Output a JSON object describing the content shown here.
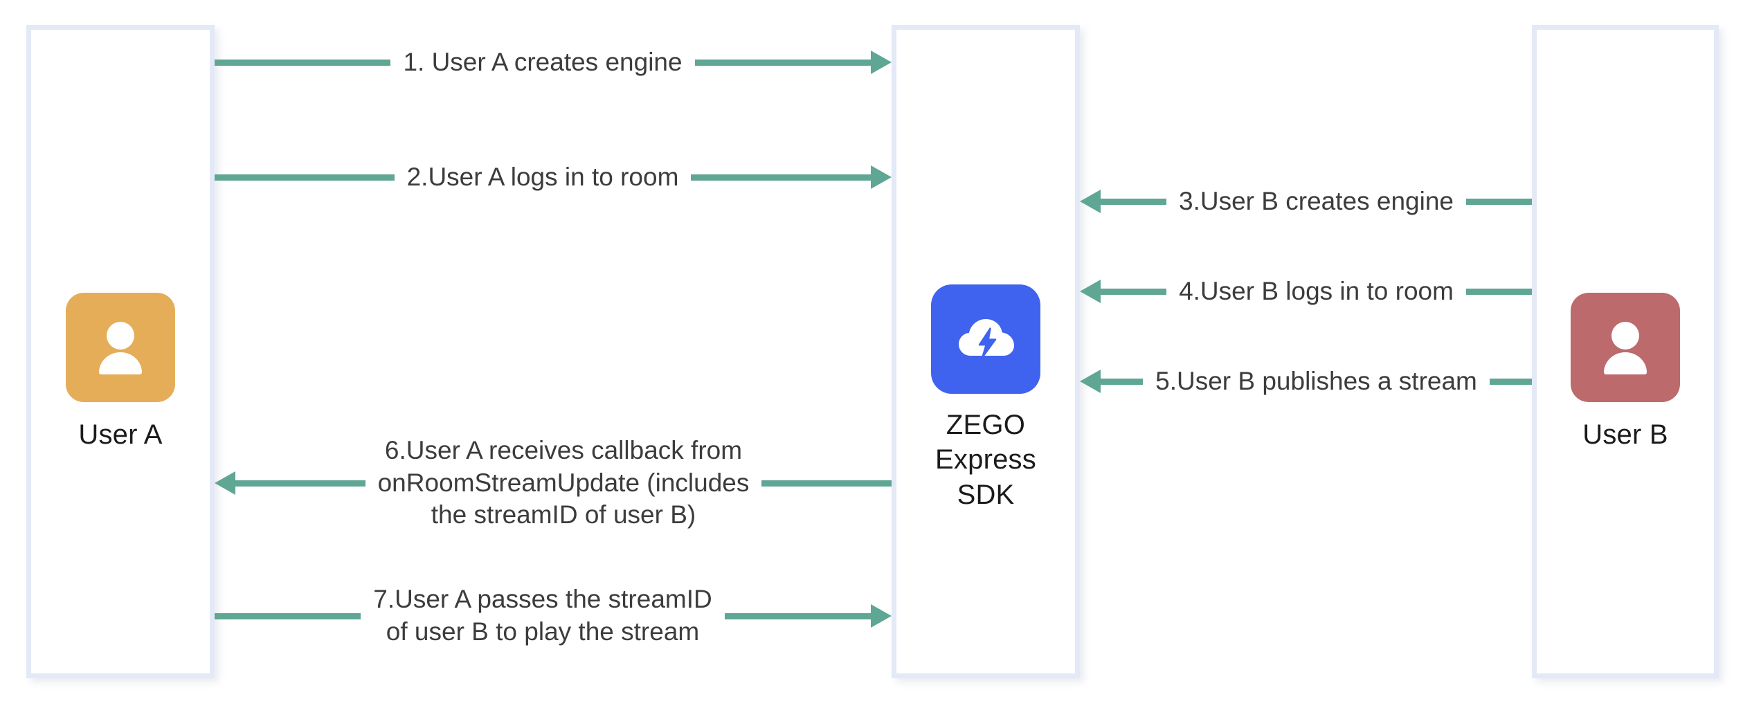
{
  "diagram": {
    "title": "ZEGO Express SDK stream publish and play sequence",
    "type": "sequence-diagram",
    "accent_colors": {
      "arrow": "#5fa694",
      "lifeline_border": "#e4e9f7",
      "user_a_icon": "#e5ad58",
      "user_b_icon": "#bd6a6d",
      "sdk_icon": "#3f63ee",
      "label_text": "#3c3c3c",
      "actor_text": "#1b1b1b",
      "background": "#ffffff"
    }
  },
  "actors": [
    {
      "id": "user-a",
      "label": "User A",
      "icon": "person-icon",
      "icon_color": "#e5ad58",
      "position": "left"
    },
    {
      "id": "zego-sdk",
      "label": "ZEGO\nExpress\nSDK",
      "icon": "cloud-lightning-icon",
      "icon_color": "#3f63ee",
      "position": "center"
    },
    {
      "id": "user-b",
      "label": "User B",
      "icon": "person-icon",
      "icon_color": "#bd6a6d",
      "position": "right"
    }
  ],
  "messages": [
    {
      "step": 1,
      "label": "1. User A creates engine",
      "from": "user-a",
      "to": "zego-sdk",
      "direction": "right"
    },
    {
      "step": 2,
      "label": "2.User A logs in to room",
      "from": "user-a",
      "to": "zego-sdk",
      "direction": "right"
    },
    {
      "step": 3,
      "label": "3.User B creates engine",
      "from": "user-b",
      "to": "zego-sdk",
      "direction": "left"
    },
    {
      "step": 4,
      "label": "4.User B logs in to room",
      "from": "user-b",
      "to": "zego-sdk",
      "direction": "left"
    },
    {
      "step": 5,
      "label": "5.User B publishes a stream",
      "from": "user-b",
      "to": "zego-sdk",
      "direction": "left"
    },
    {
      "step": 6,
      "label": "6.User A receives callback from\nonRoomStreamUpdate (includes\nthe streamID of user B)",
      "from": "zego-sdk",
      "to": "user-a",
      "direction": "left"
    },
    {
      "step": 7,
      "label": "7.User A passes the streamID\nof user B to play the stream",
      "from": "user-a",
      "to": "zego-sdk",
      "direction": "right"
    }
  ]
}
